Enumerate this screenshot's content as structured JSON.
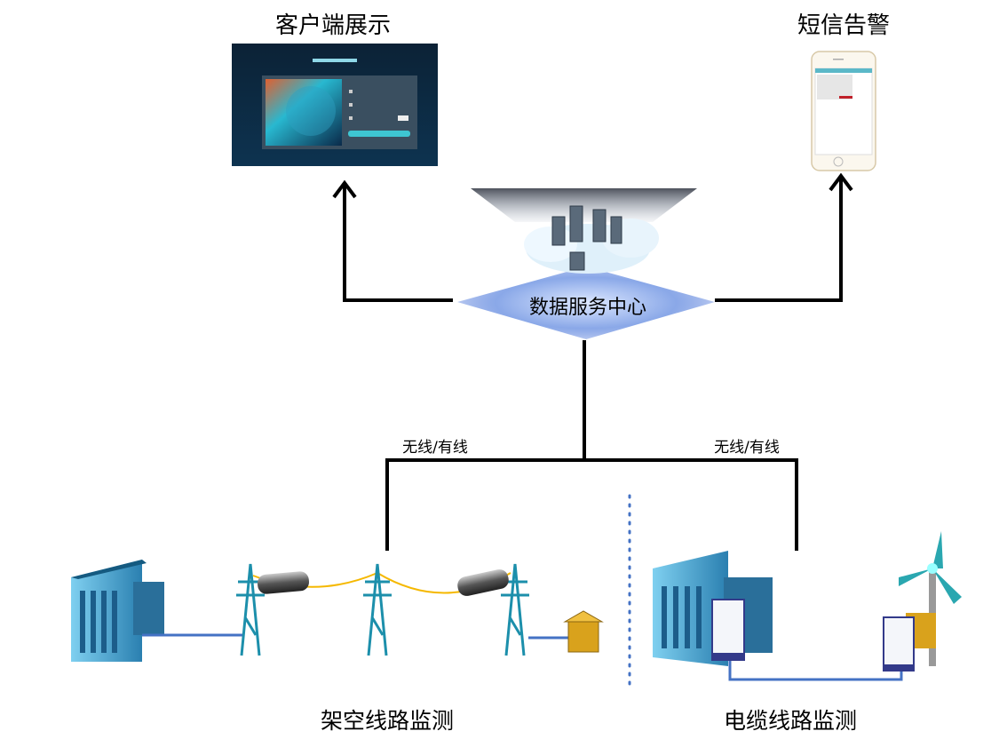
{
  "client": {
    "title": "客户端展示"
  },
  "sms": {
    "title": "短信告警"
  },
  "center": {
    "label": "数据服务中心"
  },
  "links": {
    "left": "无线/有线",
    "right": "无线/有线"
  },
  "sections": {
    "overhead": "架空线路监测",
    "cable": "电缆线路监测"
  },
  "colors": {
    "line": "#000000",
    "connector": "#4472c4",
    "fiber": "#f5b800",
    "building": "#2e86c1",
    "tower": "#2a9fb8"
  }
}
